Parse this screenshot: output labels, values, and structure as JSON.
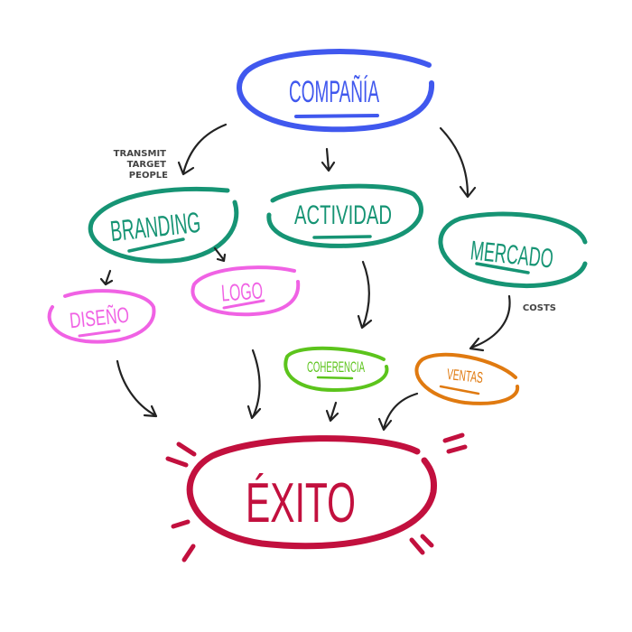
{
  "nodes": {
    "compania": {
      "label": "COMPAÑÍA",
      "color": "#4058ee"
    },
    "branding": {
      "label": "BRANDING",
      "color": "#169474"
    },
    "actividad": {
      "label": "ACTIVIDAD",
      "color": "#169474"
    },
    "mercado": {
      "label": "MERCADO",
      "color": "#169474"
    },
    "diseno": {
      "label": "DISEÑO",
      "color": "#f062e4"
    },
    "logo": {
      "label": "LOGO",
      "color": "#f062e4"
    },
    "coherencia": {
      "label": "COHERENCIA",
      "color": "#5cc41c"
    },
    "ventas": {
      "label": "VENTAS",
      "color": "#e07a10"
    },
    "exito": {
      "label": "ÉXITO",
      "color": "#c2103e"
    }
  },
  "notes": {
    "transmit": [
      "TRANSMIT",
      "TARGET",
      "PEOPLE"
    ],
    "costs": "COSTS"
  }
}
